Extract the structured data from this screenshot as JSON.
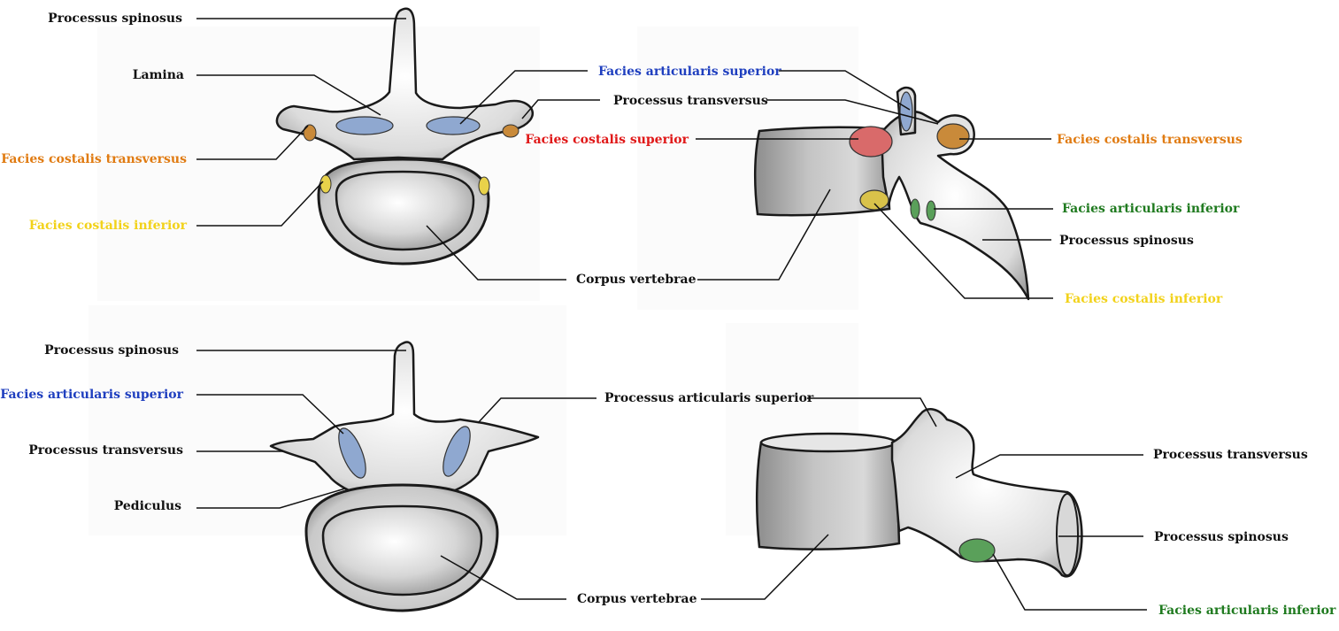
{
  "colors": {
    "black": "#111111",
    "blue": "#1f3fbf",
    "orange": "#e07b12",
    "red": "#e01818",
    "yellow": "#f2d21a",
    "green": "#1f7a1f",
    "facet_blue": "#8fa8d0",
    "facet_orange": "#c98a3a",
    "facet_red": "#d96a6a",
    "facet_yellow": "#d9c24a",
    "facet_green": "#5aa05a"
  },
  "thoracic_superior": {
    "processus_spinosus": "Processus spinosus",
    "lamina": "Lamina",
    "facies_articularis_superior": "Facies articularis superior",
    "processus_transversus": "Processus transversus",
    "facies_costalis_transversus": "Facies costalis transversus",
    "facies_costalis_inferior": "Facies costalis inferior",
    "corpus_vertebrae": "Corpus vertebrae"
  },
  "thoracic_lateral": {
    "facies_costalis_superior": "Facies costalis superior",
    "facies_costalis_transversus": "Facies costalis transversus",
    "facies_articularis_inferior": "Facies articularis inferior",
    "processus_spinosus": "Processus spinosus",
    "facies_costalis_inferior": "Facies costalis inferior"
  },
  "lumbar_superior": {
    "processus_spinosus": "Processus spinosus",
    "facies_articularis_superior": "Facies articularis superior",
    "processus_transversus": "Processus transversus",
    "pediculus": "Pediculus",
    "processus_articularis_superior": "Processus articularis superior",
    "corpus_vertebrae": "Corpus vertebrae"
  },
  "lumbar_lateral": {
    "processus_transversus": "Processus transversus",
    "processus_spinosus": "Processus spinosus",
    "facies_articularis_inferior": "Facies articularis inferior"
  }
}
